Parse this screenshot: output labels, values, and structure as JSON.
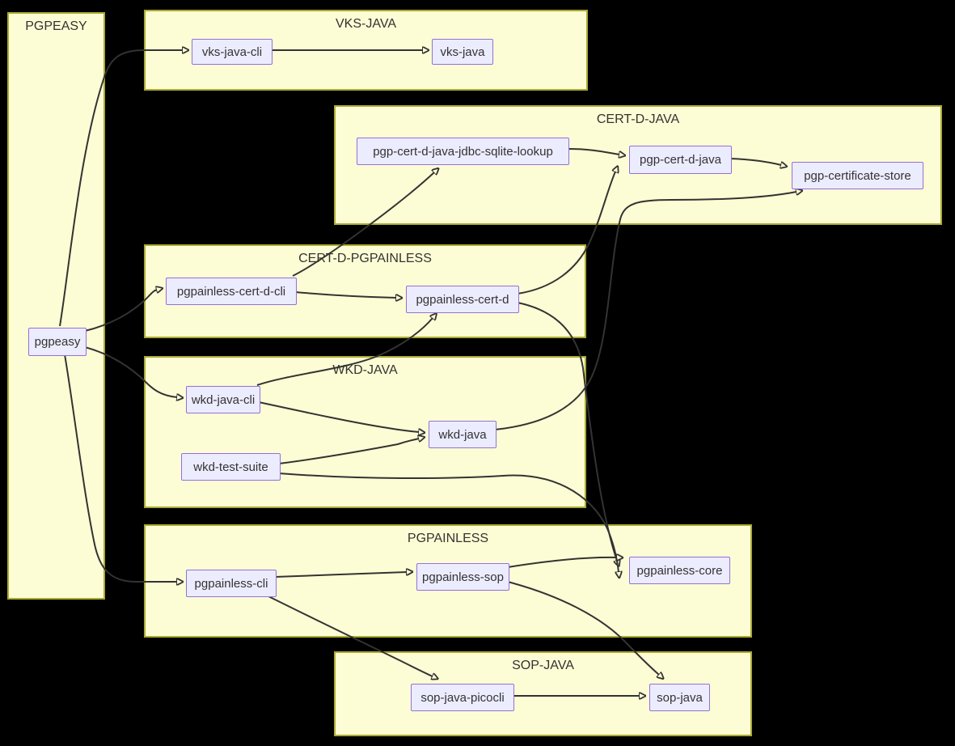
{
  "diagram": {
    "type": "dependency-flowchart",
    "colors": {
      "background": "#000000",
      "cluster_fill": "#fdfdd5",
      "cluster_border": "#aaaa33",
      "node_fill": "#ececff",
      "node_border": "#9370DB",
      "edge": "#333333",
      "text": "#333333"
    },
    "clusters": [
      {
        "id": "pgpeasy-group",
        "label": "PGPEASY",
        "nodes": [
          "pgpeasy"
        ]
      },
      {
        "id": "vks-java-group",
        "label": "VKS-JAVA",
        "nodes": [
          "vks-java-cli",
          "vks-java"
        ]
      },
      {
        "id": "cert-d-java-group",
        "label": "CERT-D-JAVA",
        "nodes": [
          "pgp-cert-d-java-jdbc-sqlite-lookup",
          "pgp-cert-d-java",
          "pgp-certificate-store"
        ]
      },
      {
        "id": "cert-d-pgpainless-group",
        "label": "CERT-D-PGPAINLESS",
        "nodes": [
          "pgpainless-cert-d-cli",
          "pgpainless-cert-d"
        ]
      },
      {
        "id": "wkd-java-group",
        "label": "WKD-JAVA",
        "nodes": [
          "wkd-java-cli",
          "wkd-java",
          "wkd-test-suite"
        ]
      },
      {
        "id": "pgpainless-group",
        "label": "PGPAINLESS",
        "nodes": [
          "pgpainless-cli",
          "pgpainless-sop",
          "pgpainless-core"
        ]
      },
      {
        "id": "sop-java-group",
        "label": "SOP-JAVA",
        "nodes": [
          "sop-java-picocli",
          "sop-java"
        ]
      }
    ],
    "nodes": {
      "pgpeasy": "pgpeasy",
      "vks-java-cli": "vks-java-cli",
      "vks-java": "vks-java",
      "pgp-cert-d-java-jdbc-sqlite-lookup": "pgp-cert-d-java-jdbc-sqlite-lookup",
      "pgp-cert-d-java": "pgp-cert-d-java",
      "pgp-certificate-store": "pgp-certificate-store",
      "pgpainless-cert-d-cli": "pgpainless-cert-d-cli",
      "pgpainless-cert-d": "pgpainless-cert-d",
      "wkd-java-cli": "wkd-java-cli",
      "wkd-java": "wkd-java",
      "wkd-test-suite": "wkd-test-suite",
      "pgpainless-cli": "pgpainless-cli",
      "pgpainless-sop": "pgpainless-sop",
      "pgpainless-core": "pgpainless-core",
      "sop-java-picocli": "sop-java-picocli",
      "sop-java": "sop-java"
    },
    "edges": [
      {
        "from": "pgpeasy",
        "to": "vks-java-cli"
      },
      {
        "from": "pgpeasy",
        "to": "pgpainless-cert-d-cli"
      },
      {
        "from": "pgpeasy",
        "to": "wkd-java-cli"
      },
      {
        "from": "pgpeasy",
        "to": "pgpainless-cli"
      },
      {
        "from": "vks-java-cli",
        "to": "vks-java"
      },
      {
        "from": "pgp-cert-d-java-jdbc-sqlite-lookup",
        "to": "pgp-cert-d-java"
      },
      {
        "from": "pgp-cert-d-java",
        "to": "pgp-certificate-store"
      },
      {
        "from": "pgpainless-cert-d-cli",
        "to": "pgpainless-cert-d"
      },
      {
        "from": "pgpainless-cert-d-cli",
        "to": "pgp-cert-d-java-jdbc-sqlite-lookup"
      },
      {
        "from": "pgpainless-cert-d",
        "to": "pgp-cert-d-java"
      },
      {
        "from": "pgpainless-cert-d",
        "to": "pgpainless-core"
      },
      {
        "from": "wkd-java-cli",
        "to": "wkd-java"
      },
      {
        "from": "wkd-java-cli",
        "to": "pgpainless-cert-d"
      },
      {
        "from": "wkd-test-suite",
        "to": "wkd-java"
      },
      {
        "from": "wkd-test-suite",
        "to": "pgpainless-core"
      },
      {
        "from": "wkd-java",
        "to": "pgp-certificate-store"
      },
      {
        "from": "pgpainless-cli",
        "to": "pgpainless-sop"
      },
      {
        "from": "pgpainless-cli",
        "to": "sop-java-picocli"
      },
      {
        "from": "pgpainless-sop",
        "to": "pgpainless-core"
      },
      {
        "from": "pgpainless-sop",
        "to": "sop-java"
      },
      {
        "from": "sop-java-picocli",
        "to": "sop-java"
      }
    ]
  }
}
